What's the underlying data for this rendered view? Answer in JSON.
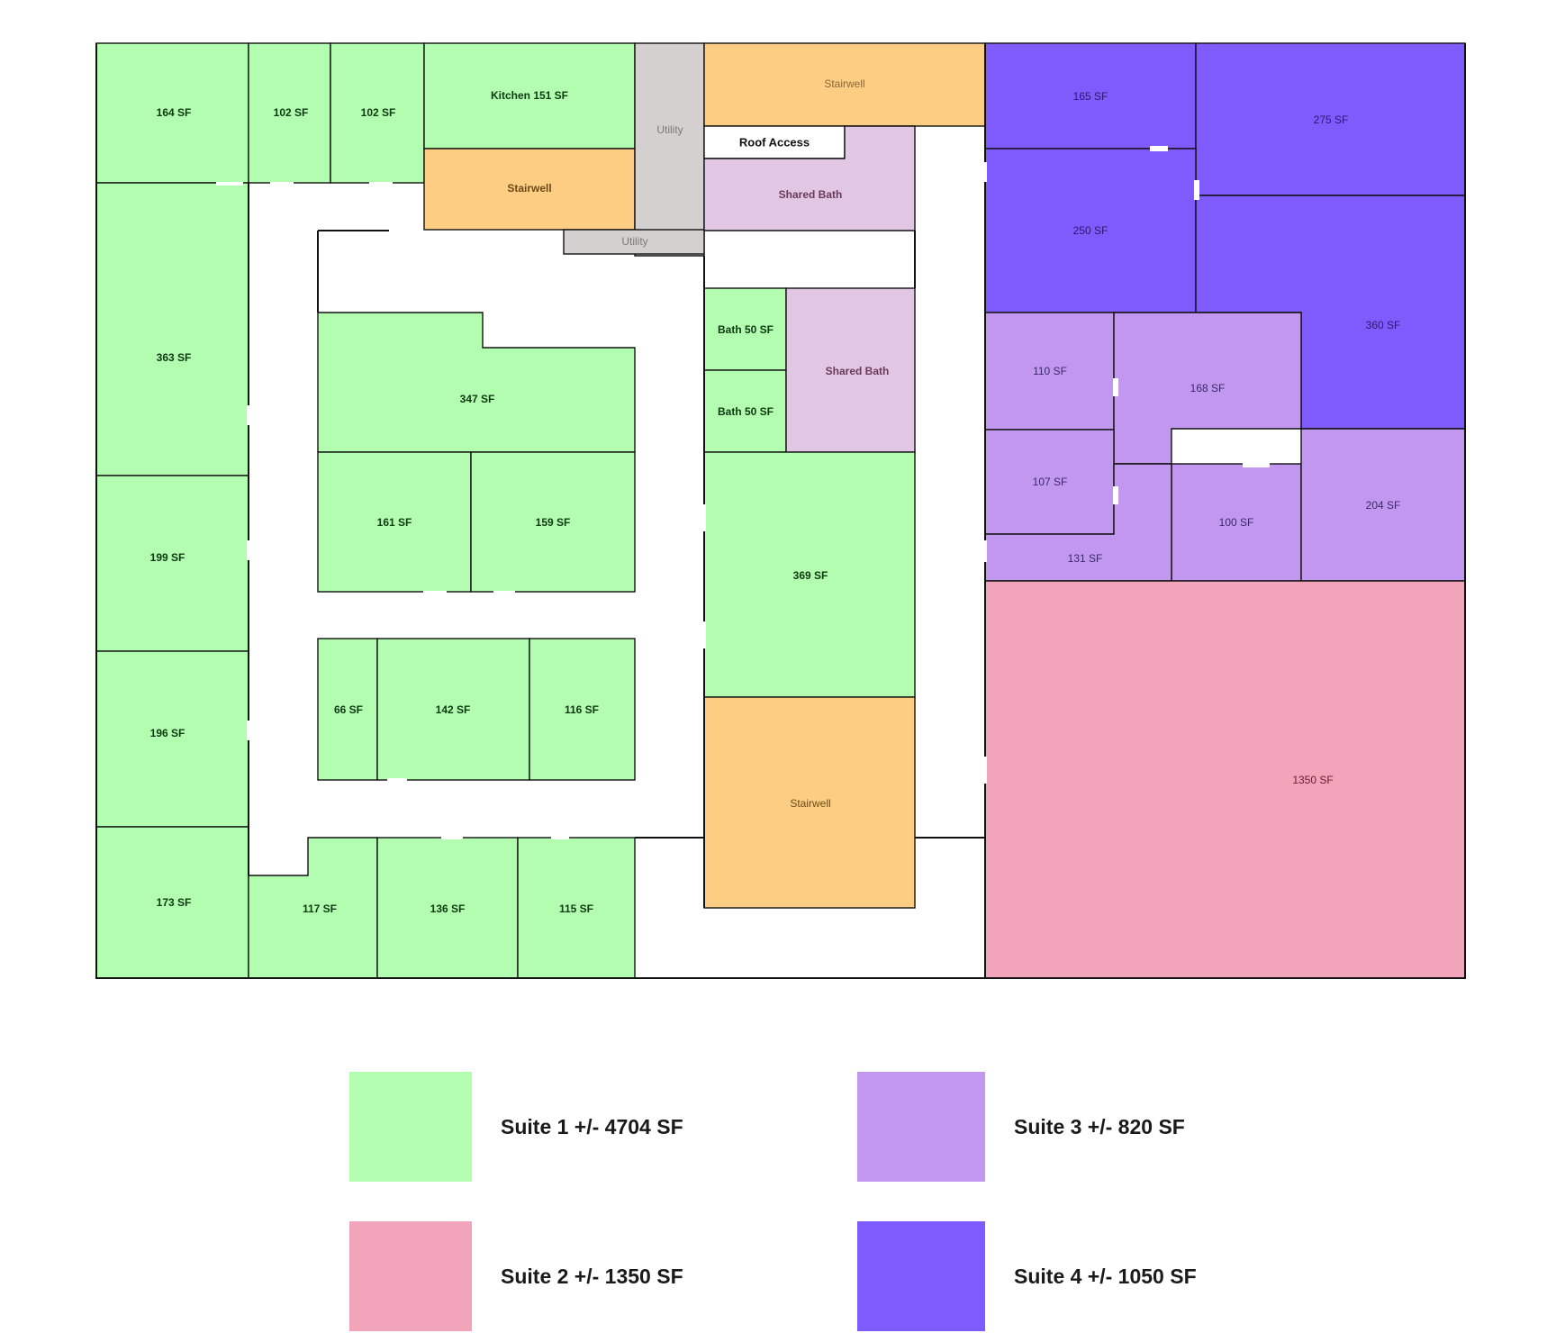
{
  "colors": {
    "suite1": "#b3fdb1",
    "suite2": "#f2a4bb",
    "suite3": "#c197ef",
    "suite4": "#7f5afd",
    "stair": "#fdcd83",
    "shared": "#e2c7e4",
    "utility": "#d3d0cf",
    "corridor": "#ffffff",
    "wall": "#111111"
  },
  "rooms": [
    {
      "label": "164 SF",
      "fill": "suite1"
    },
    {
      "label": "102 SF",
      "fill": "suite1"
    },
    {
      "label": "102 SF",
      "fill": "suite1"
    },
    {
      "label": "Kitchen 151 SF",
      "fill": "suite1"
    },
    {
      "label": "Stairwell",
      "fill": "stair"
    },
    {
      "label": "Utility",
      "fill": "utility"
    },
    {
      "label": "Utility",
      "fill": "utility"
    },
    {
      "label": "Stairwell",
      "fill": "stair"
    },
    {
      "label": "Roof Access",
      "fill": "corridor"
    },
    {
      "label": "Shared Bath",
      "fill": "shared"
    },
    {
      "label": "363 SF",
      "fill": "suite1"
    },
    {
      "label": "199 SF",
      "fill": "suite1"
    },
    {
      "label": "196 SF",
      "fill": "suite1"
    },
    {
      "label": "173 SF",
      "fill": "suite1"
    },
    {
      "label": "347 SF",
      "fill": "suite1"
    },
    {
      "label": "161 SF",
      "fill": "suite1"
    },
    {
      "label": "159 SF",
      "fill": "suite1"
    },
    {
      "label": "66 SF",
      "fill": "suite1"
    },
    {
      "label": "142 SF",
      "fill": "suite1"
    },
    {
      "label": "116 SF",
      "fill": "suite1"
    },
    {
      "label": "117 SF",
      "fill": "suite1"
    },
    {
      "label": "136 SF",
      "fill": "suite1"
    },
    {
      "label": "115 SF",
      "fill": "suite1"
    },
    {
      "label": "Bath 50 SF",
      "fill": "suite1"
    },
    {
      "label": "Bath 50 SF",
      "fill": "suite1"
    },
    {
      "label": "Shared Bath",
      "fill": "shared"
    },
    {
      "label": "369 SF",
      "fill": "suite1"
    },
    {
      "label": "Stairwell",
      "fill": "stair"
    },
    {
      "label": "165 SF",
      "fill": "suite4"
    },
    {
      "label": "275 SF",
      "fill": "suite4"
    },
    {
      "label": "250 SF",
      "fill": "suite4"
    },
    {
      "label": "360 SF",
      "fill": "suite4"
    },
    {
      "label": "110 SF",
      "fill": "suite3"
    },
    {
      "label": "168 SF",
      "fill": "suite3"
    },
    {
      "label": "107 SF",
      "fill": "suite3"
    },
    {
      "label": "100 SF",
      "fill": "suite3"
    },
    {
      "label": "204 SF",
      "fill": "suite3"
    },
    {
      "label": "131 SF",
      "fill": "suite3"
    },
    {
      "label": "1350 SF",
      "fill": "suite2"
    }
  ],
  "legend": [
    {
      "label": "Suite 1 +/- 4704 SF",
      "color": "#b3fdb1"
    },
    {
      "label": "Suite 3 +/- 820 SF",
      "color": "#c197ef"
    },
    {
      "label": "Suite 2 +/- 1350 SF",
      "color": "#f2a4bb"
    },
    {
      "label": "Suite 4 +/- 1050 SF",
      "color": "#7f5afd"
    }
  ]
}
